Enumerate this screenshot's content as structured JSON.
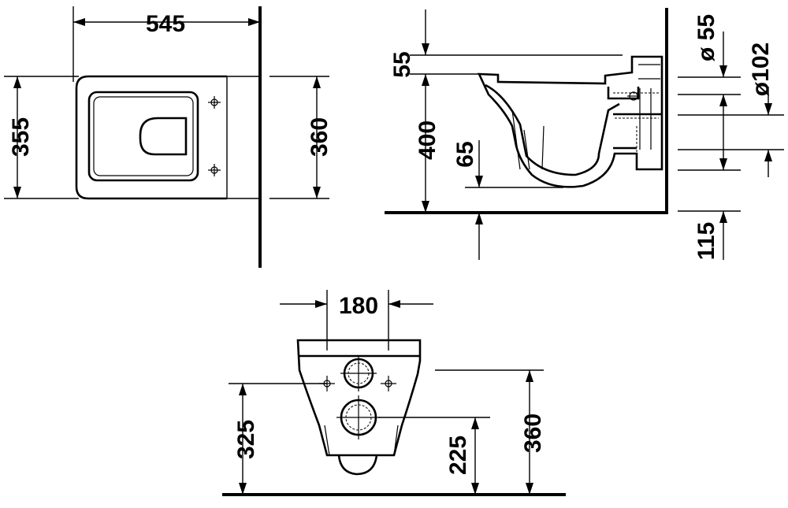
{
  "diagram": {
    "top_view": {
      "overall_length": "545",
      "overall_width": "355",
      "mounting_width": "360"
    },
    "side_view": {
      "bowl_top_offset": "55",
      "rim_height": "400",
      "seat_gap": "65",
      "floor_clearance": "115",
      "inlet_diameter": "ø 55",
      "outlet_diameter": "ø102"
    },
    "front_view": {
      "bolt_spacing": "180",
      "outlet_height": "325",
      "inlet_height": "225",
      "bolt_height": "360"
    }
  }
}
